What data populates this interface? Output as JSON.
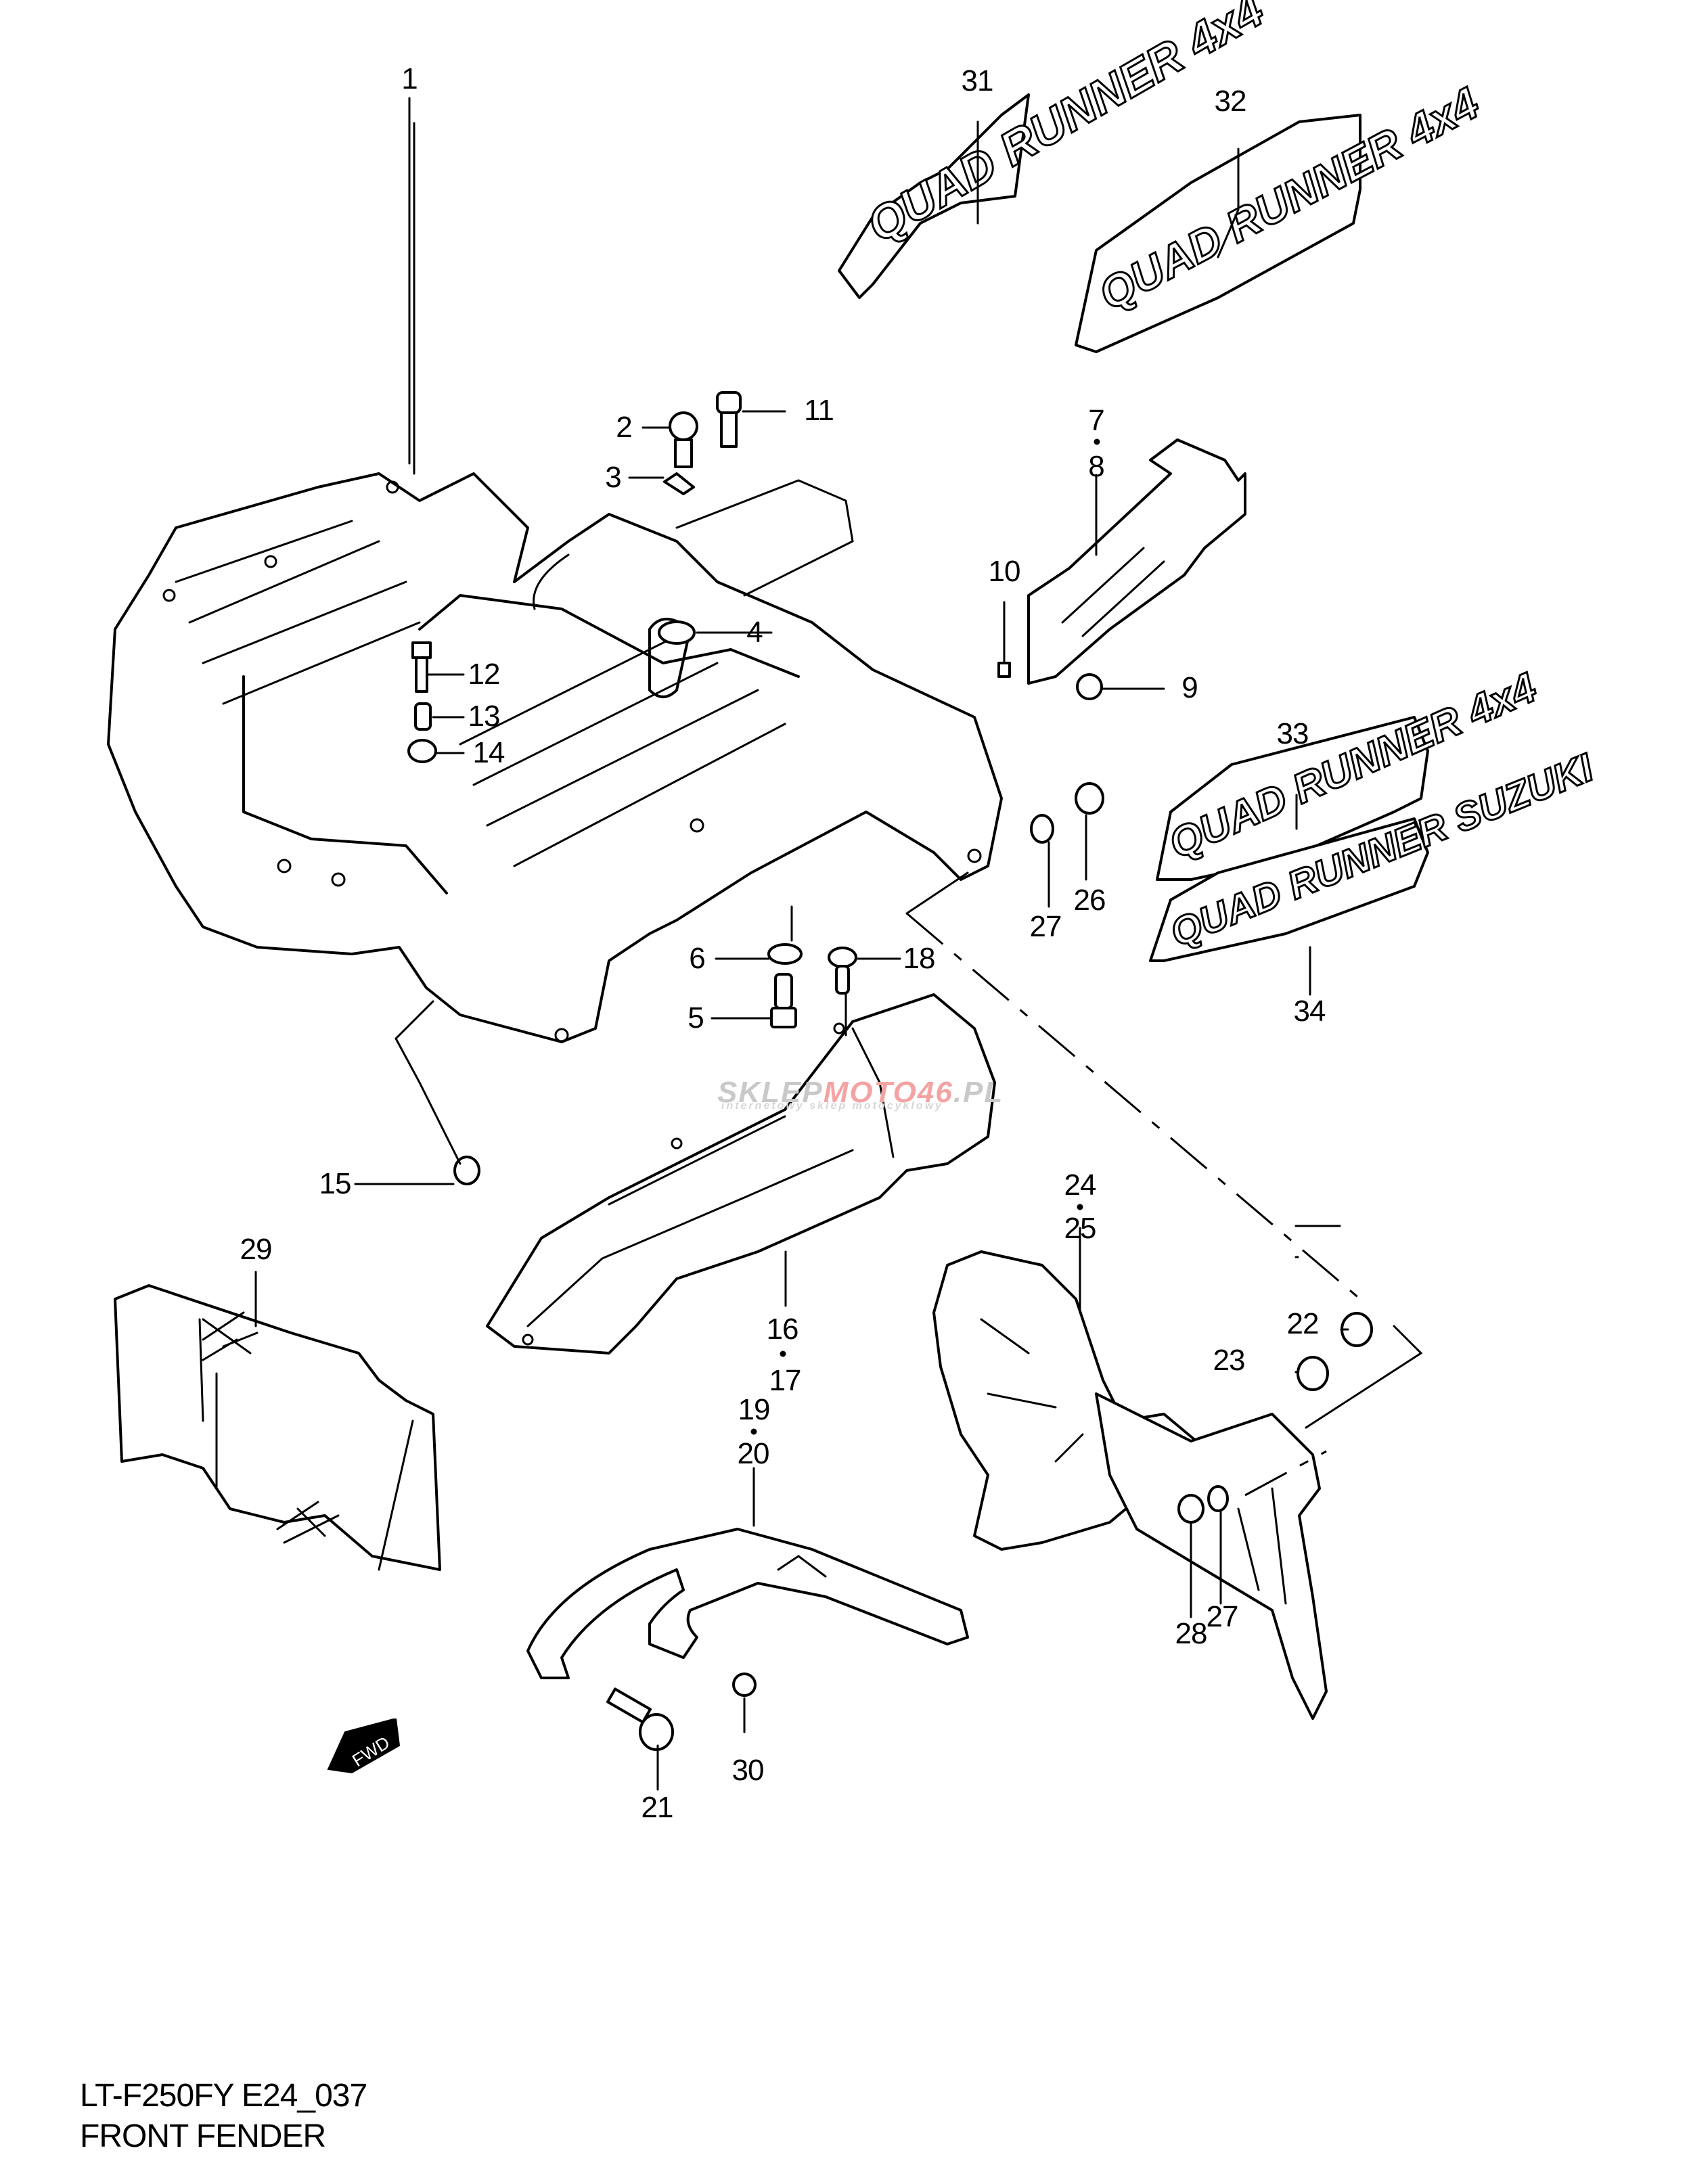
{
  "diagram": {
    "model_code": "LT-F250FY E24_037",
    "section_title": "FRONT FENDER",
    "direction_indicator": "FWD",
    "watermark": {
      "brand_prefix": "SKLEP",
      "brand_accent": "MOTO46",
      "brand_suffix": ".PL",
      "tagline": "internetowy sklep motocyklowy",
      "accent_color": "#f4a3a3",
      "base_color": "#c9c9c9"
    },
    "decals": {
      "d31": "QUAD RUNNER 4x4",
      "d32": "QUAD RUNNER 4x4",
      "d33": "QUAD RUNNER 4x4",
      "d34": "QUAD RUNNER SUZUKI"
    },
    "callouts": {
      "c1": "1",
      "c2": "2",
      "c3": "3",
      "c4": "4",
      "c5": "5",
      "c6": "6",
      "c7": "7",
      "c8": "8",
      "c9": "9",
      "c10": "10",
      "c11": "11",
      "c12": "12",
      "c13": "13",
      "c14": "14",
      "c15": "15",
      "c16": "16",
      "c17": "17",
      "c18": "18",
      "c19": "19",
      "c20": "20",
      "c21": "21",
      "c22": "22",
      "c23": "23",
      "c24": "24",
      "c25": "25",
      "c26": "26",
      "c27a": "27",
      "c27b": "27",
      "c28": "28",
      "c29": "29",
      "c30": "30",
      "c31": "31",
      "c32": "32",
      "c33": "33",
      "c34": "34"
    }
  }
}
